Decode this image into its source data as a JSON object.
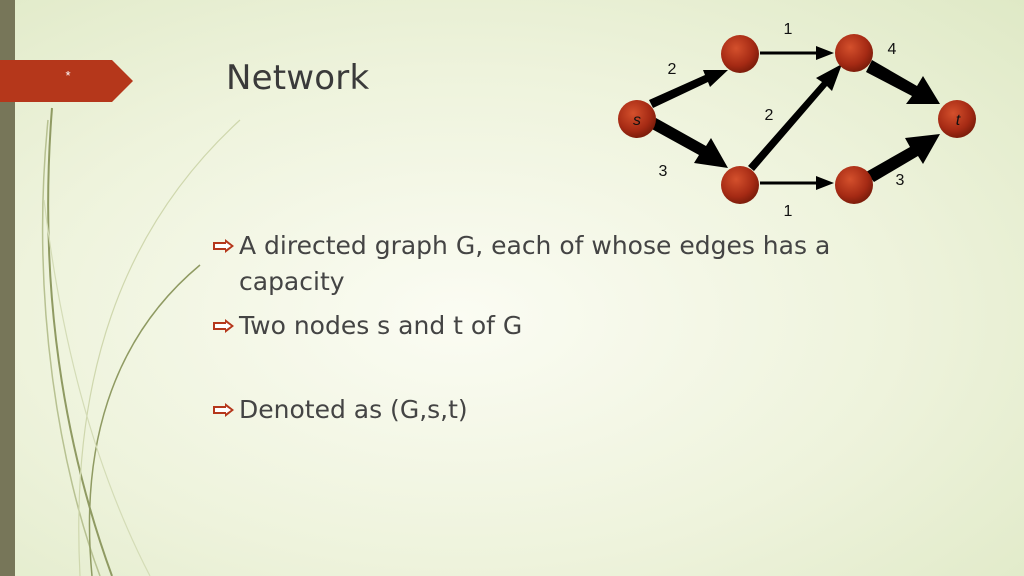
{
  "slide": {
    "tab_label": "*",
    "title": "Network",
    "bullets": [
      "A directed graph G, each of whose edges has a capacity",
      "Two nodes s and t of G",
      "Denoted as (G,s,t)"
    ]
  },
  "graph": {
    "node_labels": {
      "s": "s",
      "t": "t"
    },
    "edge_labels": {
      "top": "1",
      "s_to_upper": "2",
      "s_to_lower": "3",
      "middle": "2",
      "upper_to_t": "4",
      "bottom": "1",
      "lower_to_t": "3"
    },
    "colors": {
      "node": "#b8321a",
      "edge": "#000000",
      "tab": "#b5371b"
    }
  }
}
